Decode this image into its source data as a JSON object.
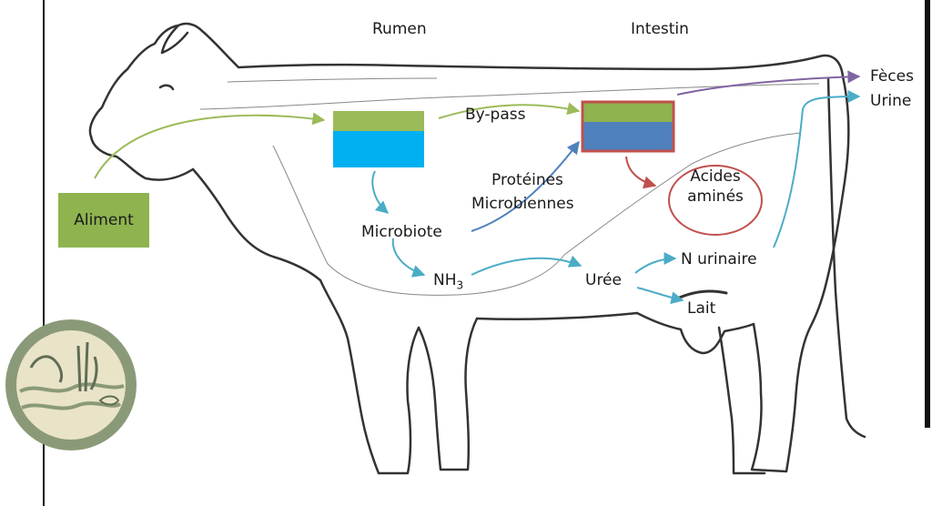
{
  "labels": {
    "rumen": "Rumen",
    "intestin": "Intestin",
    "aliment": "Aliment",
    "bypass": "By-pass",
    "proteines_line1": "Protéines",
    "proteines_line2": "Microbiennes",
    "acides_line1": "Acides",
    "acides_line2": "aminés",
    "microbiote": "Microbiote",
    "nh3_main": "NH",
    "nh3_sub": "3",
    "uree": "Urée",
    "n_urinaire": "N urinaire",
    "lait": "Lait",
    "feces": "Fèces",
    "urine": "Urine"
  },
  "colors": {
    "food_green": "#8fb34f",
    "rumen_blue": "#00b0f0",
    "intestine_blue": "#4f81bd",
    "intestine_border": "#c0504d",
    "arrow_green": "#9bbb59",
    "arrow_blue": "#4bacc6",
    "arrow_purple": "#8064a2",
    "arrow_red": "#c0504d",
    "cow_outline": "#333333",
    "logo_ring": "#8a9a78",
    "logo_fill": "#e9e3c8"
  }
}
